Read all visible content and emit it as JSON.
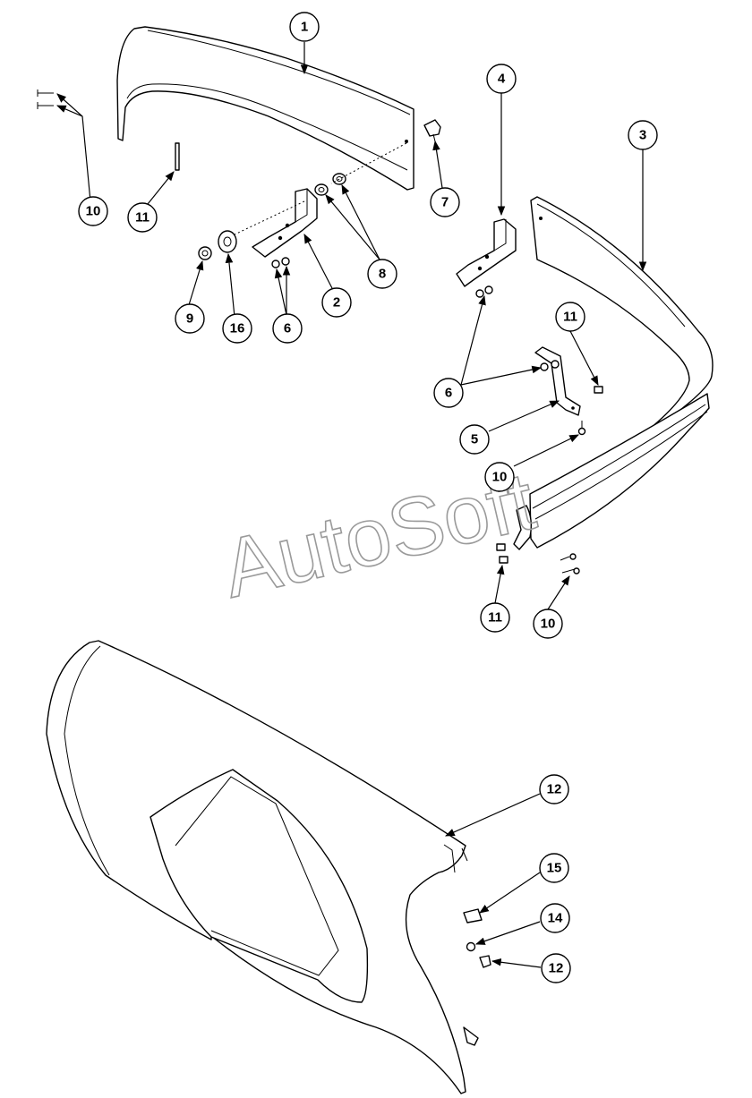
{
  "watermark": "AutoSoft",
  "callouts": [
    {
      "id": "c1",
      "label": "1"
    },
    {
      "id": "c10a",
      "label": "10"
    },
    {
      "id": "c11a",
      "label": "11"
    },
    {
      "id": "c7",
      "label": "7"
    },
    {
      "id": "c8",
      "label": "8"
    },
    {
      "id": "c2",
      "label": "2"
    },
    {
      "id": "c9",
      "label": "9"
    },
    {
      "id": "c16",
      "label": "16"
    },
    {
      "id": "c6a",
      "label": "6"
    },
    {
      "id": "c4",
      "label": "4"
    },
    {
      "id": "c3",
      "label": "3"
    },
    {
      "id": "c11b",
      "label": "11"
    },
    {
      "id": "c6b",
      "label": "6"
    },
    {
      "id": "c5",
      "label": "5"
    },
    {
      "id": "c10b",
      "label": "10"
    },
    {
      "id": "c11c",
      "label": "11"
    },
    {
      "id": "c10c",
      "label": "10"
    },
    {
      "id": "c12a",
      "label": "12"
    },
    {
      "id": "c15",
      "label": "15"
    },
    {
      "id": "c14",
      "label": "14"
    },
    {
      "id": "c12b",
      "label": "12"
    }
  ]
}
